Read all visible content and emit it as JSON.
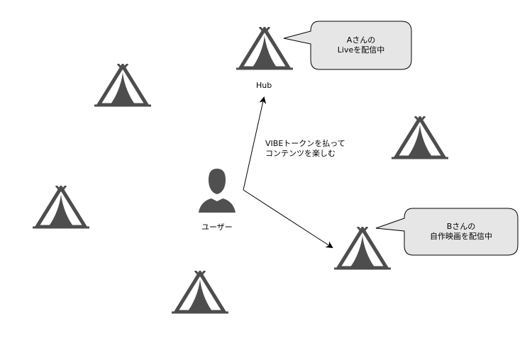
{
  "diagram": {
    "hub_label": "Hub",
    "user_label": "ユーザー",
    "edge_label": {
      "line1": "VIBEトークンを払って",
      "line2": "コンテンツを楽しむ"
    },
    "bubble_a": {
      "line1": "Aさんの",
      "line2": "Liveを配信中"
    },
    "bubble_b": {
      "line1": "Bさんの",
      "line2": "自作映画を配信中"
    },
    "tent_color": "#4d4d4d",
    "bubble_fill": "#e6e6e6",
    "user_icon_color": "#505050"
  }
}
